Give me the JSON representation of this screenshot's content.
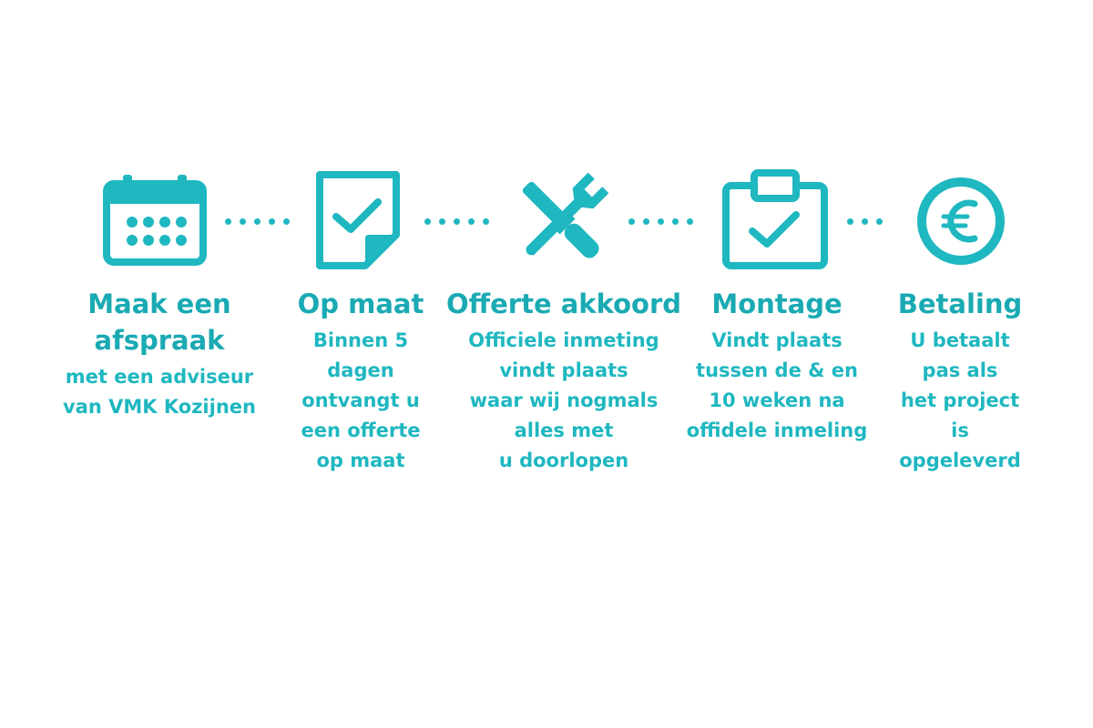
{
  "steps": [
    {
      "title": "Maak een\nafspraak",
      "description": "met een adviseur\nvan VMK Kozijnen",
      "icon": "calendar-icon"
    },
    {
      "title": "Op maat",
      "description": "Binnen 5\ndagen\nontvangt u\neen offerte\nop maat",
      "icon": "document-check-icon"
    },
    {
      "title": "Offerte akkoord",
      "description": "Officiele inmeting\nvindt plaats\nwaar wij nogmals\nalles met\nu doorlopen",
      "icon": "tools-icon"
    },
    {
      "title": "Montage",
      "description": "Vindt plaats\ntussen de & en\n10 weken na\noffidele inmeling",
      "icon": "clipboard-check-icon"
    },
    {
      "title": "Betaling",
      "description": "U betaalt\npas als\nhet project is\nopgeleverd",
      "icon": "euro-icon"
    }
  ],
  "colors": {
    "accent": "#1fb7c0",
    "title": "#1aaab3",
    "background": "#ffffff"
  }
}
